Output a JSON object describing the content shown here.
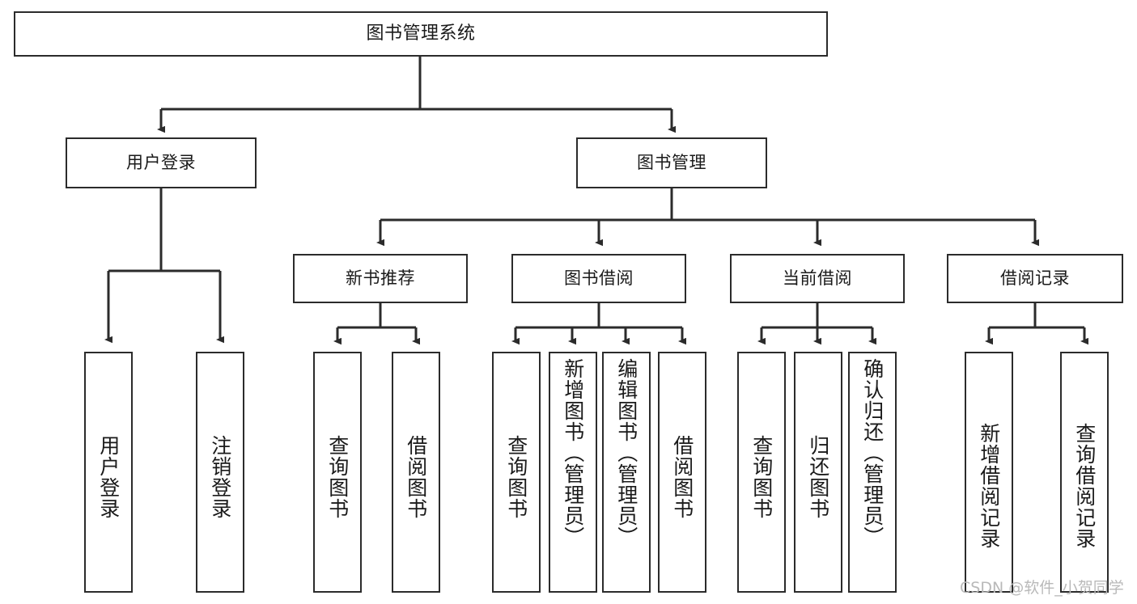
{
  "diagram": {
    "type": "tree-hierarchy",
    "title": "图书管理系统",
    "watermark": "CSDN @软件_小贺同学",
    "line_color": "#2b2b2b",
    "box_fill": "#ffffff",
    "text_color": "#1a1a1a",
    "levels": 4,
    "nodes": {
      "root": {
        "label": "图书管理系统"
      },
      "level2": [
        {
          "label": "用户登录"
        },
        {
          "label": "图书管理"
        }
      ],
      "level3": [
        {
          "label": "新书推荐"
        },
        {
          "label": "图书借阅"
        },
        {
          "label": "当前借阅"
        },
        {
          "label": "借阅记录"
        }
      ],
      "leaves": {
        "user_login": [
          {
            "label": "用户登录"
          },
          {
            "label": "注销登录"
          }
        ],
        "new_book_recommend": [
          {
            "label": "查询图书"
          },
          {
            "label": "借阅图书"
          }
        ],
        "book_borrow": [
          {
            "label": "查询图书"
          },
          {
            "label": "新增图书（管理员）"
          },
          {
            "label": "编辑图书（管理员）"
          },
          {
            "label": "借阅图书"
          }
        ],
        "current_borrow": [
          {
            "label": "查询图书"
          },
          {
            "label": "归还图书"
          },
          {
            "label": "确认归还（管理员）"
          }
        ],
        "borrow_record": [
          {
            "label": "新增借阅记录"
          },
          {
            "label": "查询借阅记录"
          }
        ]
      }
    }
  }
}
